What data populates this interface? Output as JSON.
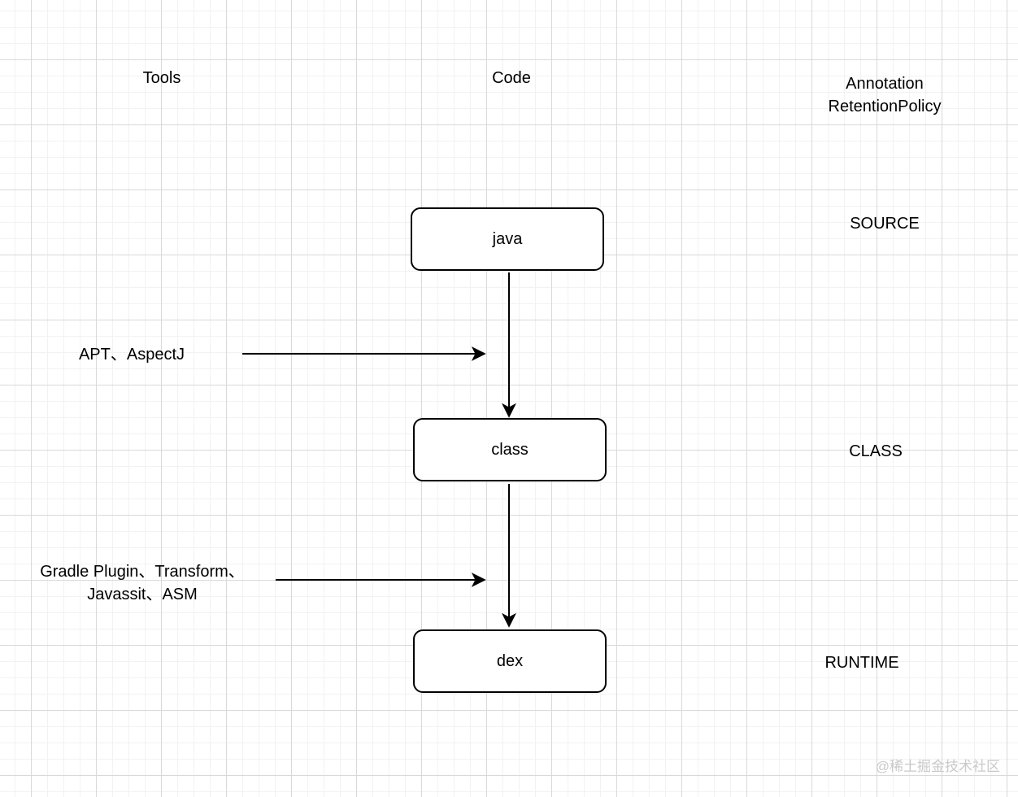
{
  "diagram": {
    "column_headers": {
      "tools": "Tools",
      "code": "Code",
      "annotation_line1": "Annotation",
      "annotation_line2": "RetentionPolicy"
    },
    "nodes": [
      {
        "id": "java",
        "label": "java"
      },
      {
        "id": "class",
        "label": "class"
      },
      {
        "id": "dex",
        "label": "dex"
      }
    ],
    "tool_annotations": [
      {
        "id": "apt",
        "lines": [
          "APT、AspectJ"
        ]
      },
      {
        "id": "gradle",
        "lines": [
          "Gradle Plugin、Transform、",
          "Javassit、ASM"
        ]
      }
    ],
    "retention_policies": [
      {
        "id": "source",
        "label": "SOURCE"
      },
      {
        "id": "class",
        "label": "CLASS"
      },
      {
        "id": "runtime",
        "label": "RUNTIME"
      }
    ]
  },
  "colors": {
    "stroke": "#000000",
    "node_fill": "#ffffff",
    "background": "#ffffff",
    "grid_minor": "#f2f2f5",
    "grid_major": "#d9d9dc",
    "watermark": "#c9c9ca"
  },
  "watermark": {
    "text": "@稀土掘金技术社区"
  }
}
